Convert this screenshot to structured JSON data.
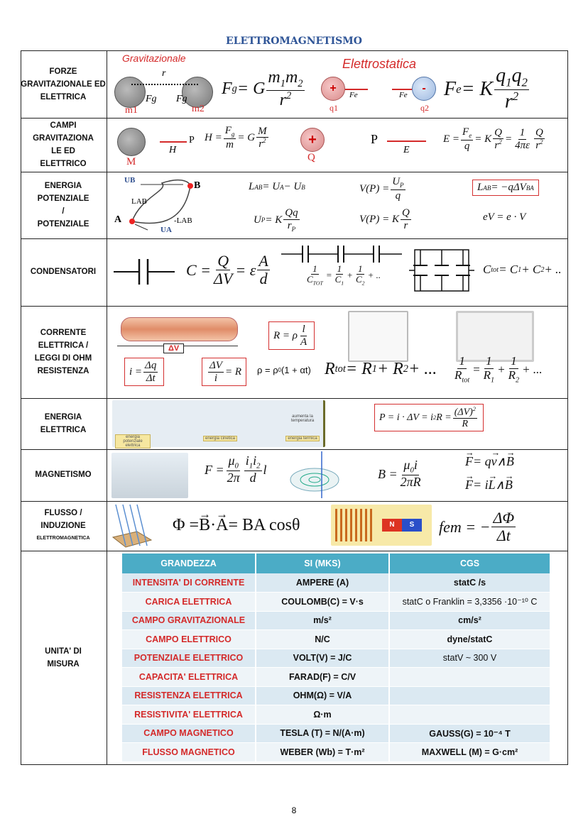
{
  "title": "ELETTROMAGNETISMO",
  "page_number": "8",
  "rows": [
    {
      "label": "FORZE GRAVITAZIONALE ED ELETTRICA"
    },
    {
      "label": "CAMPI GRAVITAZIONA LE ED ELETTRICO"
    },
    {
      "label": "ENERGIA POTENZIALE / POTENZIALE"
    },
    {
      "label": "CONDENSATORI"
    },
    {
      "label": "CORRENTE ELETTRICA / LEGGI DI OHM RESISTENZA"
    },
    {
      "label": "ENERGIA ELETTRICA"
    },
    {
      "label": "MAGNETISMO"
    },
    {
      "label": "FLUSSO / INDUZIONE",
      "sublabel": "ELETTROMAGNETICA"
    },
    {
      "label": "UNITA' DI MISURA"
    }
  ],
  "diagram_labels": {
    "gravitazionale": "Gravitazionale",
    "elettrostatica": "Elettrostatica",
    "r": "r",
    "fg1": "Fg",
    "fg2": "Fg",
    "m1": "m1",
    "m2": "m2",
    "q1": "q1",
    "q2": "q2",
    "fe1": "Fe",
    "fe2": "Fe",
    "plus": "+",
    "minus": "-",
    "M": "M",
    "H": "H",
    "P1": "P",
    "Q": "Q",
    "P2": "P",
    "E": "E",
    "UB": "UB",
    "B": "B",
    "LAB": "LAB",
    "A": "A",
    "mLAB": "-LAB",
    "UA": "UA",
    "dV": "ΔV",
    "aumenta": "aumenta la temperatura",
    "en_pot": "energia potenziale elettrica",
    "en_cin": "energia cinetica",
    "en_ter": "energia termica",
    "N": "N",
    "S": "S"
  },
  "formulas": {
    "fg": [
      "F",
      {
        "sub": "g"
      },
      " = G",
      {
        "n": [
          "m",
          {
            "sub": "1"
          },
          "m",
          {
            "sub": "2"
          }
        ],
        "d": [
          "r",
          {
            "sup": "2"
          }
        ]
      }
    ],
    "fe": [
      "F",
      {
        "sub": "e"
      },
      " = K ",
      {
        "n": [
          "q",
          {
            "sub": "1"
          },
          "q",
          {
            "sub": "2"
          }
        ],
        "d": [
          "r",
          {
            "sup": "2"
          }
        ]
      }
    ],
    "h": [
      "H = ",
      {
        "n": [
          "F",
          {
            "sub": "g"
          }
        ],
        "d": [
          "m"
        ]
      },
      " = G",
      {
        "n": [
          "M"
        ],
        "d": [
          "r",
          {
            "sup": "2"
          }
        ]
      }
    ],
    "e": [
      "E = ",
      {
        "n": [
          "F",
          {
            "sub": "e"
          }
        ],
        "d": [
          "q"
        ]
      },
      " = K",
      {
        "n": [
          "Q"
        ],
        "d": [
          "r",
          {
            "sup": "2"
          }
        ]
      },
      " = ",
      {
        "n": [
          "1"
        ],
        "d": [
          "4πε"
        ]
      },
      {
        "n": [
          "Q"
        ],
        "d": [
          "r",
          {
            "sup": "2"
          }
        ]
      }
    ],
    "lab": [
      "L",
      {
        "sub": "AB"
      },
      " = U",
      {
        "sub": "A"
      },
      " − U",
      {
        "sub": "B"
      }
    ],
    "vp1": [
      "V(P) = ",
      {
        "n": [
          "U",
          {
            "sub": "P"
          }
        ],
        "d": [
          "q"
        ]
      }
    ],
    "lab2": [
      "L",
      {
        "sub": "AB"
      },
      " = −qΔV",
      {
        "sub": "BA"
      }
    ],
    "up": [
      "U",
      {
        "sub": "P"
      },
      " = K",
      {
        "n": [
          "Qq"
        ],
        "d": [
          "r",
          {
            "sub": "P"
          }
        ]
      }
    ],
    "vp2": [
      "V(P) = K",
      {
        "n": [
          "Q"
        ],
        "d": [
          "r"
        ]
      }
    ],
    "ev": [
      "eV = e · V"
    ],
    "c": [
      "C = ",
      {
        "n": [
          "Q"
        ],
        "d": [
          "ΔV"
        ]
      },
      " = ε",
      {
        "n": [
          "A"
        ],
        "d": [
          "d"
        ]
      }
    ],
    "cser": [
      {
        "n": [
          "1"
        ],
        "d": [
          "C",
          {
            "sub": "TOT"
          }
        ]
      },
      " = ",
      {
        "n": [
          "1"
        ],
        "d": [
          "C",
          {
            "sub": "1"
          }
        ]
      },
      " + ",
      {
        "n": [
          "1"
        ],
        "d": [
          "C",
          {
            "sub": "2"
          }
        ]
      },
      " + .."
    ],
    "cpar": [
      "C",
      {
        "sub": "tot"
      },
      " = C",
      {
        "sub": "1"
      },
      " + C",
      {
        "sub": "2"
      },
      " + .."
    ],
    "i": [
      "i = ",
      {
        "n": [
          "Δq"
        ],
        "d": [
          "Δt"
        ]
      }
    ],
    "ohm": [
      {
        "n": [
          "ΔV"
        ],
        "d": [
          "i"
        ]
      },
      " = R"
    ],
    "rho": [
      "R = ρ",
      {
        "n": [
          "l"
        ],
        "d": [
          "A"
        ]
      }
    ],
    "rhot": [
      "ρ = ρ",
      {
        "sub": "0"
      },
      "(1 + αt)"
    ],
    "rser": [
      "R",
      {
        "sub": "tot"
      },
      " = R",
      {
        "sub": "1"
      },
      " + R",
      {
        "sub": "2"
      },
      " + ..."
    ],
    "rpar": [
      {
        "n": [
          "1"
        ],
        "d": [
          "R",
          {
            "sub": "tot"
          }
        ]
      },
      " = ",
      {
        "n": [
          "1"
        ],
        "d": [
          "R",
          {
            "sub": "1"
          }
        ]
      },
      " + ",
      {
        "n": [
          "1"
        ],
        "d": [
          "R",
          {
            "sub": "2"
          }
        ]
      },
      " + ..."
    ],
    "p": [
      "P = i · ΔV = i",
      {
        "sup": "2"
      },
      "R = ",
      {
        "n": [
          "(ΔV)",
          {
            "sup": "2"
          }
        ],
        "d": [
          "R"
        ]
      }
    ],
    "fm": [
      "F = ",
      {
        "n": [
          "μ",
          {
            "sub": "0"
          }
        ],
        "d": [
          "2π"
        ]
      },
      {
        "n": [
          "i",
          {
            "sub": "1"
          },
          "i",
          {
            "sub": "2"
          }
        ],
        "d": [
          "d"
        ]
      },
      "l"
    ],
    "b": [
      "B = ",
      {
        "n": [
          "μ",
          {
            "sub": "0"
          },
          "i"
        ],
        "d": [
          "2πR"
        ]
      }
    ],
    "lorentz": [
      {
        "vec": "F"
      },
      " = q",
      {
        "vec": "v"
      },
      " ∧ ",
      {
        "vec": "B"
      }
    ],
    "laplace": [
      {
        "vec": "F"
      },
      " = i",
      {
        "vec": "L"
      },
      " ∧ ",
      {
        "vec": "B"
      }
    ],
    "phi": [
      "Φ = ",
      {
        "vec": "B"
      },
      " · ",
      {
        "vec": "A"
      },
      " = BA cosθ"
    ],
    "fem": [
      "fem = −",
      {
        "n": [
          "ΔΦ"
        ],
        "d": [
          "Δt"
        ]
      }
    ]
  },
  "units_table": {
    "headers": [
      "GRANDEZZA",
      "SI (MKS)",
      "CGS"
    ],
    "rows": [
      [
        "INTENSITA' DI CORRENTE",
        "AMPERE (A)",
        "statC /s"
      ],
      [
        "CARICA ELETTRICA",
        "COULOMB(C) = V·s",
        "statC o Franklin = 3,3356 ·10⁻¹⁰ C"
      ],
      [
        "CAMPO GRAVITAZIONALE",
        "m/s²",
        "cm/s²"
      ],
      [
        "CAMPO ELETTRICO",
        "N/C",
        "dyne/statC"
      ],
      [
        "POTENZIALE ELETTRICO",
        "VOLT(V) = J/C",
        "statV ~ 300 V"
      ],
      [
        "CAPACITA' ELETTRICA",
        "FARAD(F) = C/V",
        ""
      ],
      [
        "RESISTENZA ELETTRICA",
        "OHM(Ω) = V/A",
        ""
      ],
      [
        "RESISTIVITA' ELETTRICA",
        "Ω·m",
        ""
      ],
      [
        "CAMPO MAGNETICO",
        "TESLA (T) = N/(A·m)",
        "GAUSS(G) = 10⁻⁴ T"
      ],
      [
        "FLUSSO MAGNETICO",
        "WEBER (Wb) = T·m²",
        "MAXWELL (M) = G·cm²"
      ]
    ]
  }
}
